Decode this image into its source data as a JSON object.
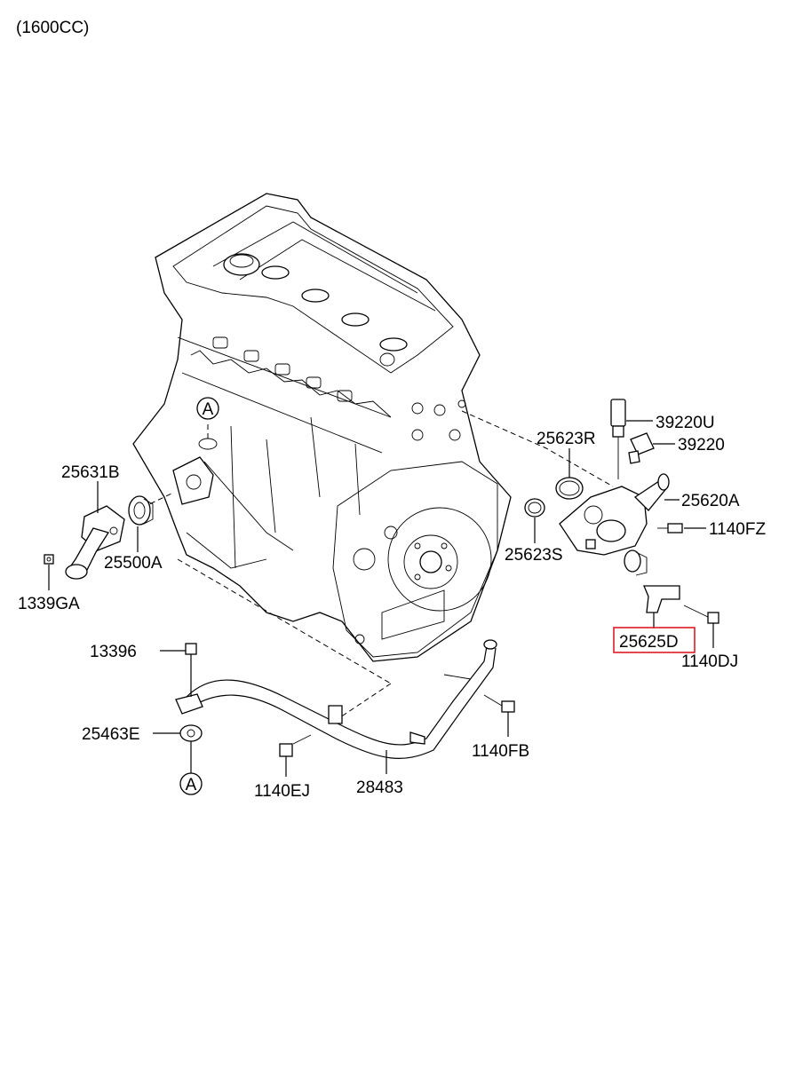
{
  "header": {
    "engine_spec": "(1600CC)"
  },
  "ref_marker": "A",
  "highlight_color": "#e01b24",
  "parts": {
    "p39220U": "39220U",
    "p39220": "39220",
    "p25623R": "25623R",
    "p25620A": "25620A",
    "p1140FZ": "1140FZ",
    "p25623S": "25623S",
    "p25631B": "25631B",
    "p25500A": "25500A",
    "p1339GA": "1339GA",
    "p25625D": "25625D",
    "p1140DJ": "1140DJ",
    "p13396": "13396",
    "p25463E": "25463E",
    "p1140FB": "1140FB",
    "p1140EJ": "1140EJ",
    "p28483": "28483"
  }
}
